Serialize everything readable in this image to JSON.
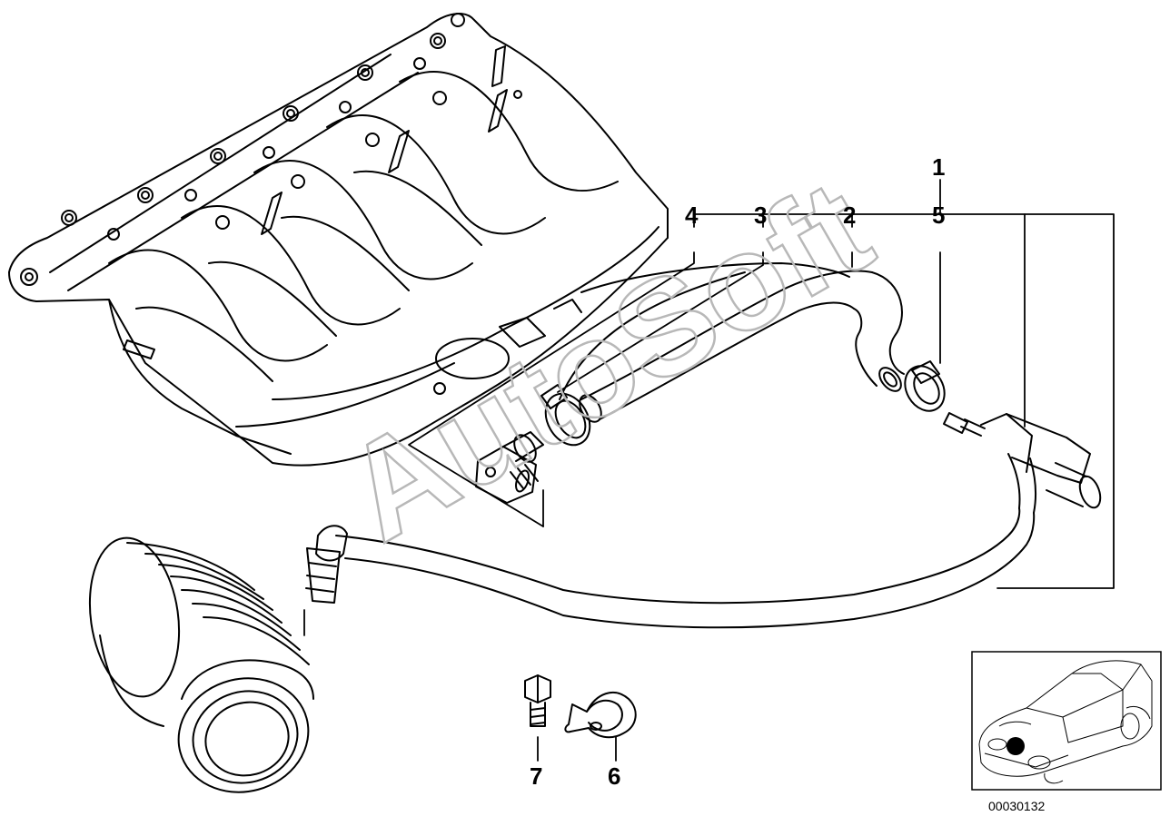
{
  "diagram": {
    "document_number": "00030132",
    "watermark": "AutoSoft",
    "callouts": {
      "c1": "1",
      "c2": "2",
      "c3": "3",
      "c4": "4",
      "c5": "5",
      "c6": "6",
      "c7": "7"
    }
  }
}
